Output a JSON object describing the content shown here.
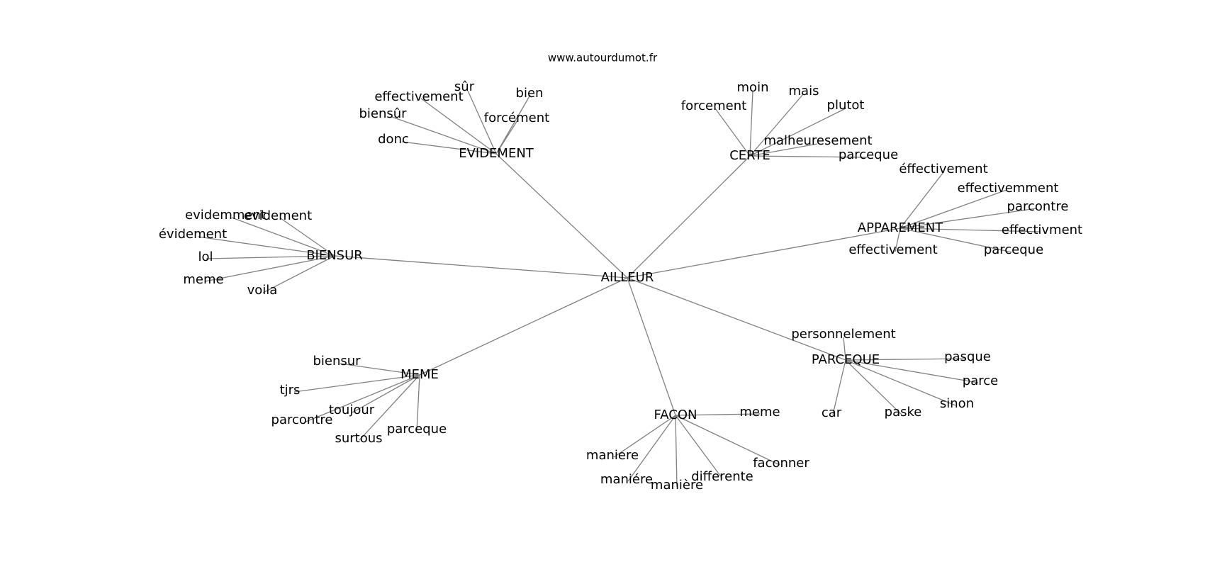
{
  "header": {
    "site": "www.autourdumot.fr"
  },
  "graph": {
    "center": "AILLEUR",
    "clusters": [
      {
        "hub": "EVIDEMENT",
        "leaves": [
          "sûr",
          "bien",
          "effectivement",
          "biensûr",
          "forcément",
          "donc"
        ]
      },
      {
        "hub": "CERTE",
        "leaves": [
          "moin",
          "mais",
          "forcement",
          "plutot",
          "malheuresement",
          "parceque"
        ]
      },
      {
        "hub": "APPAREMENT",
        "leaves": [
          "éffectivement",
          "effectivemment",
          "parcontre",
          "effectivment",
          "effectivement",
          "parceque"
        ]
      },
      {
        "hub": "BIENSUR",
        "leaves": [
          "evidemment",
          "evidement",
          "évidement",
          "lol",
          "meme",
          "voila"
        ]
      },
      {
        "hub": "PARCEQUE",
        "leaves": [
          "personnelement",
          "pasque",
          "parce",
          "sinon",
          "car",
          "paske"
        ]
      },
      {
        "hub": "MEME",
        "leaves": [
          "biensur",
          "tjrs",
          "toujour",
          "parcontre",
          "parceque",
          "surtous"
        ]
      },
      {
        "hub": "FACON",
        "leaves": [
          "meme",
          "maniere",
          "faconner",
          "differente",
          "maniére",
          "manière"
        ]
      }
    ]
  }
}
